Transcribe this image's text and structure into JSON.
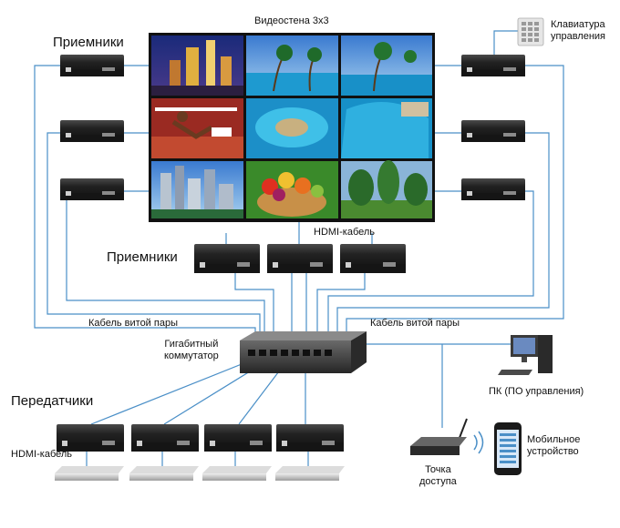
{
  "labels": {
    "videowall": "Видеостена 3x3",
    "receivers_left": "Приемники",
    "receivers_bottom": "Приемники",
    "keypad": "Клавиатура\nуправления",
    "hdmi_cable_top": "HDMI-кабель",
    "twisted_pair_left": "Кабель витой пары",
    "twisted_pair_right": "Кабель витой пары",
    "switch": "Гигабитный\nкоммутатор",
    "pc": "ПК (ПО управления)",
    "transmitters": "Передатчики",
    "hdmi_cable_bottom": "HDMI-кабель",
    "access_point": "Точка\nдоступа",
    "mobile": "Мобильное\nустройство"
  },
  "colors": {
    "cable": "#4a8fc7",
    "device": "#1c1c1c",
    "bezel": "#111111",
    "source": "#c9c9c9"
  },
  "videowall_tiles": [
    "city-night",
    "beach-palms",
    "beach-palms",
    "hurdles",
    "pool",
    "pool",
    "skyline",
    "fruit-basket",
    "garden-topiary"
  ]
}
